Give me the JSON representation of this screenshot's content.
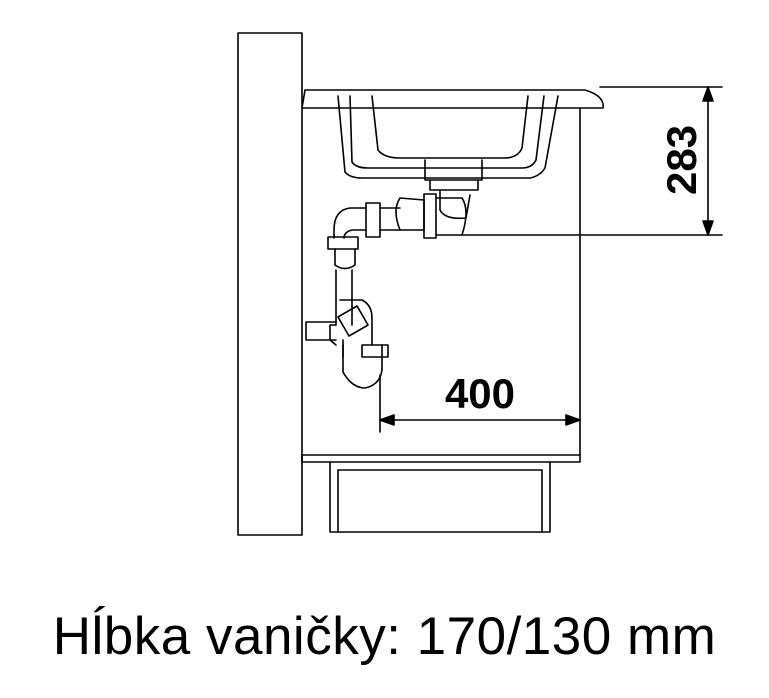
{
  "diagram": {
    "dimension_width_label": "400",
    "dimension_depth_label": "283",
    "caption": "Hĺbka vaničky: 170/130 mm",
    "colors": {
      "stroke": "#000000",
      "background": "#ffffff"
    }
  }
}
